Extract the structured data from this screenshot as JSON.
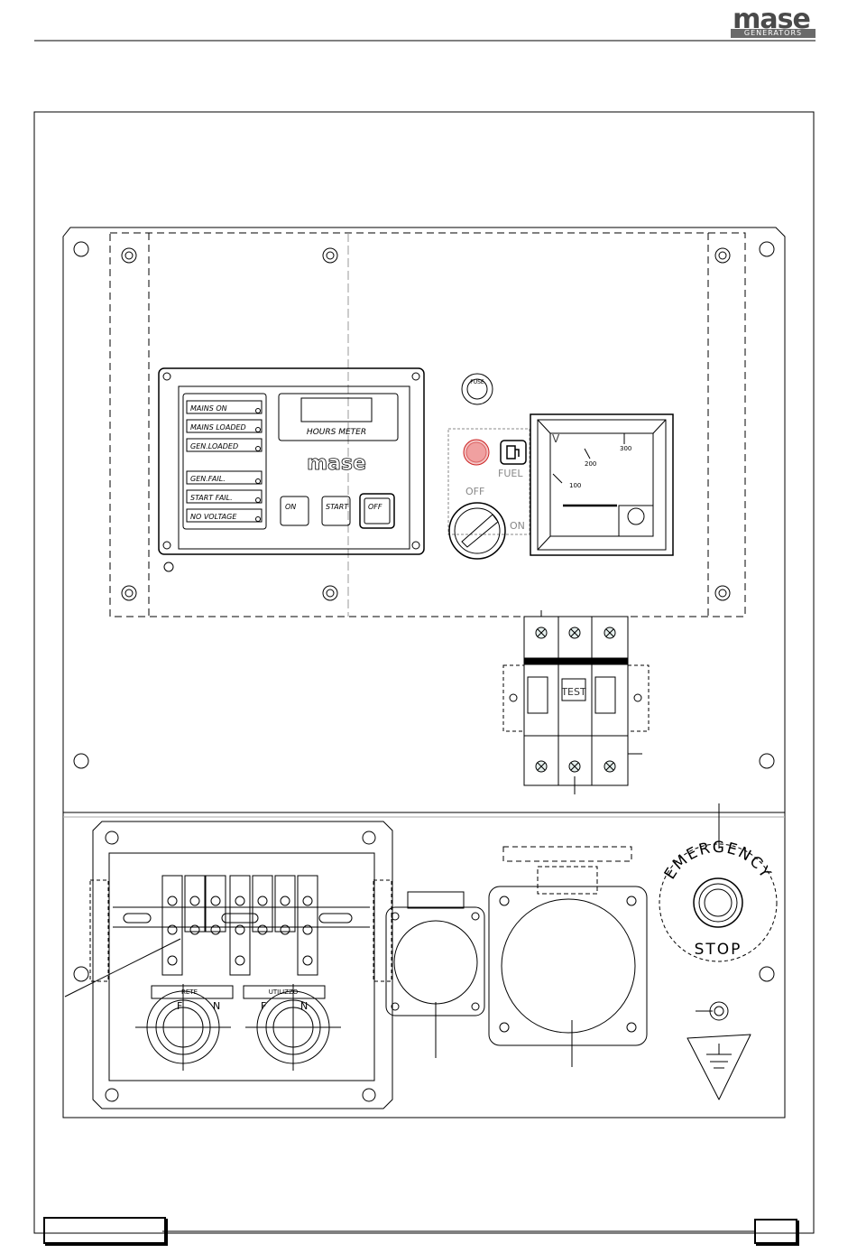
{
  "brand": {
    "name": "mase",
    "tagline": "GENERATORS"
  },
  "indicators": [
    "MAINS ON",
    "MAINS LOADED",
    "GEN.LOADED",
    "GEN.FAIL.",
    "START FAIL.",
    "NO VOLTAGE"
  ],
  "hours_meter_label": "HOURS METER",
  "panel_brand": "mase",
  "buttons": {
    "on": "ON",
    "start": "START",
    "off": "OFF"
  },
  "fuse_label": "FUSE",
  "fuel_label": "FUEL",
  "key_switch": {
    "off": "OFF",
    "on": "ON"
  },
  "voltmeter": {
    "unit": "V",
    "ticks": [
      "100",
      "200",
      "300"
    ]
  },
  "breaker_test_label": "TEST",
  "socket_labels": {
    "rete": "RETE",
    "utilizzo": "UTILIZZO",
    "f": "F",
    "n": "N"
  },
  "emergency": {
    "top": "EMERGENCY",
    "bottom": "STOP"
  }
}
